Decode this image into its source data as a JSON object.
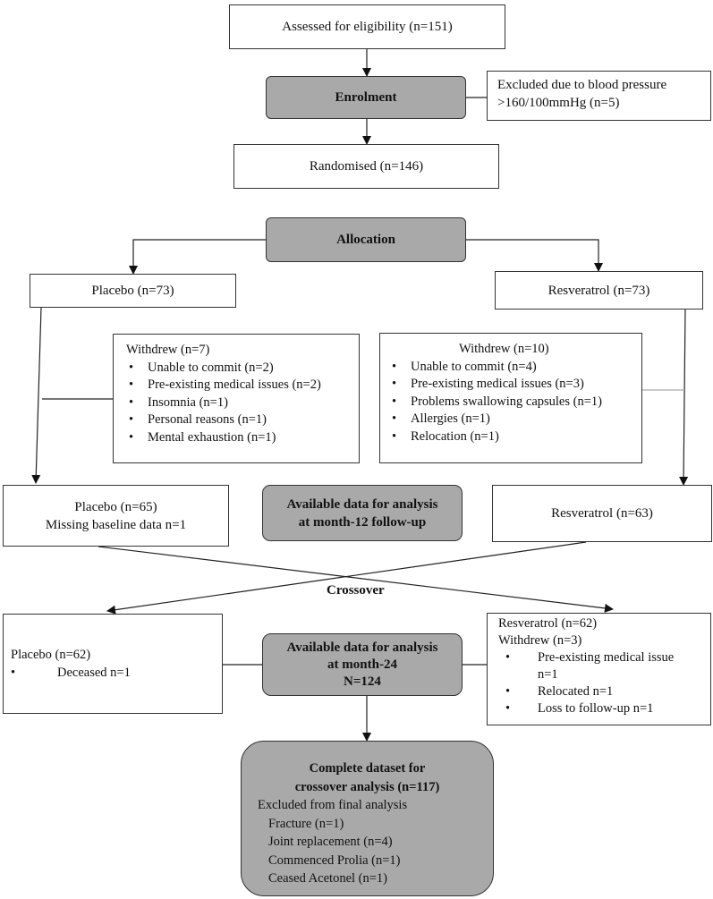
{
  "eligibility": "Assessed for eligibility (n=151)",
  "enrolment": "Enrolment",
  "excluded": [
    "Excluded due to blood pressure",
    ">160/100mmHg (n=5)"
  ],
  "randomised": "Randomised (n=146)",
  "allocation": "Allocation",
  "placebo_group": "Placebo (n=73)",
  "resveratrol_group": "Resveratrol (n=73)",
  "withdrew_left": {
    "title": "Withdrew (n=7)",
    "items": [
      "Unable to commit (n=2)",
      "Pre-existing medical issues (n=2)",
      "Insomnia (n=1)",
      "Personal reasons (n=1)",
      "Mental exhaustion (n=1)"
    ]
  },
  "withdrew_right": {
    "title": "Withdrew (n=10)",
    "items": [
      "Unable to commit (n=4)",
      "Pre-existing medical issues (n=3)",
      "Problems swallowing capsules (n=1)",
      "Allergies (n=1)",
      "Relocation (n=1)"
    ]
  },
  "placebo_12": [
    "Placebo (n=65)",
    "Missing baseline data n=1"
  ],
  "available_12": [
    "Available data for analysis",
    "at month-12 follow-up"
  ],
  "resveratrol_12": "Resveratrol (n=63)",
  "crossover": "Crossover",
  "placebo_24": {
    "title": "Placebo (n=62)",
    "items": [
      "Deceased n=1"
    ]
  },
  "available_24": [
    "Available data for analysis",
    "at month-24",
    "N=124"
  ],
  "resveratrol_24": {
    "title": "Resveratrol (n=62)",
    "subtitle": "Withdrew (n=3)",
    "items": [
      "Pre-existing medical issue",
      "Relocated n=1",
      "Loss to follow-up n=1"
    ],
    "item_cont": "n=1"
  },
  "complete": {
    "title": [
      "Complete dataset for",
      "crossover analysis (n=117)"
    ],
    "excluded_title": "Excluded from final analysis",
    "items": [
      "Fracture (n=1)",
      "Joint replacement (n=4)",
      "Commenced Prolia (n=1)",
      "Ceased Acetonel (n=1)"
    ]
  }
}
